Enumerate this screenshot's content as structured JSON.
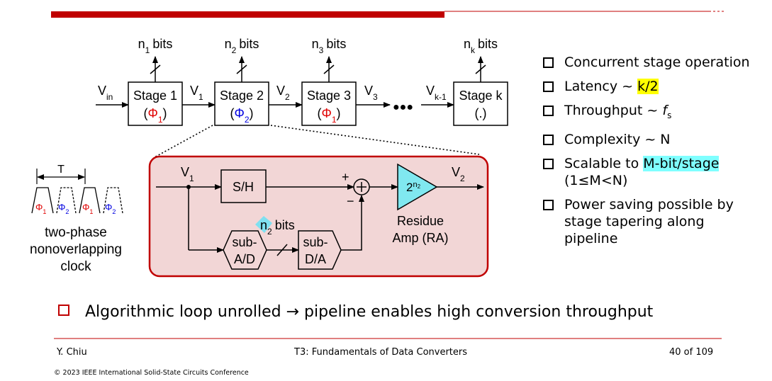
{
  "stages": [
    {
      "label": "Stage 1",
      "phase": "(Φ1)",
      "phase_color": "#e00000",
      "bits": "n1 bits"
    },
    {
      "label": "Stage 2",
      "phase": "(Φ2)",
      "phase_color": "#0000e0",
      "bits": "n2 bits"
    },
    {
      "label": "Stage 3",
      "phase": "(Φ1)",
      "phase_color": "#e00000",
      "bits": "n3 bits"
    },
    {
      "label": "Stage k",
      "phase": "(.)",
      "phase_color": "#000000",
      "bits": "nk bits"
    }
  ],
  "signals": {
    "vin": "Vin",
    "v1": "V1",
    "v2": "V2",
    "v3": "V3",
    "vk1": "Vk-1",
    "ellipsis": "●●●"
  },
  "clock": {
    "period_label": "T",
    "phases": [
      "Φ1",
      "Φ2",
      "Φ1",
      "Φ2"
    ],
    "caption": [
      "two-phase",
      "nonoverlapping",
      "clock"
    ]
  },
  "detail": {
    "input": "V1",
    "output": "V2",
    "sh": "S/H",
    "plus": "+",
    "minus": "−",
    "adc": [
      "sub-",
      "A/D"
    ],
    "dac": [
      "sub-",
      "D/A"
    ],
    "bits": "n2 bits",
    "amp_gain": "2n2",
    "amp_label": [
      "Residue",
      "Amp (RA)"
    ]
  },
  "bullets": [
    {
      "text": "Concurrent stage operation"
    },
    {
      "pre": "Latency ~ ",
      "highlight": "k/2",
      "highlight_color": "#ffff00"
    },
    {
      "text": "Throughput ~ fs"
    },
    {
      "text": "Complexity ~ N"
    },
    {
      "pre": "Scalable to ",
      "highlight": "M-bit/stage",
      "highlight_color": "#7fffff",
      "post": " (1≤M<N)"
    },
    {
      "text": "Power saving possible by stage tapering along pipeline"
    }
  ],
  "main_point": "Algorithmic loop unrolled → pipeline enables high conversion throughput",
  "footer": {
    "author": "Y. Chiu",
    "title": "T3: Fundamentals of Data Converters",
    "page": "40 of 109",
    "copyright": "© 2023 IEEE International Solid-State Circuits Conference"
  },
  "colors": {
    "accent": "#c00000",
    "red_phase": "#e00000",
    "blue_phase": "#0000e0",
    "panel_fill": "#f2d6d6",
    "panel_border": "#c00000",
    "hl_yellow": "#ffff00",
    "hl_cyan": "#7fffff"
  }
}
